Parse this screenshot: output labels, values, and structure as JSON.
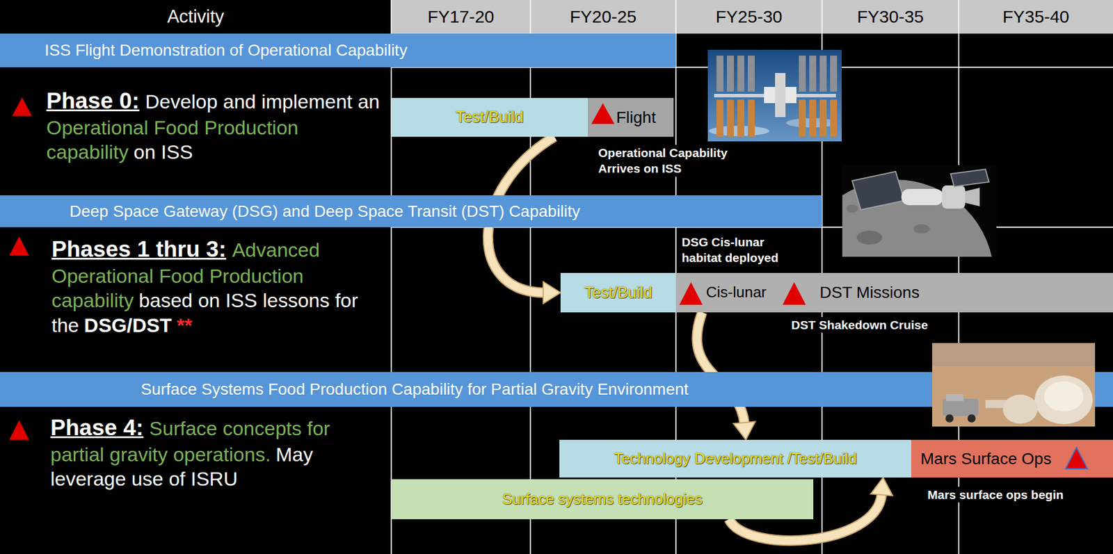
{
  "diagram": {
    "nodes": [
      {
        "text": [
          "ISS Flight Demonstration of Operational Capability"
        ]
      },
      {
        "text": [
          "Test/Build"
        ]
      },
      {
        "text": [
          "Flight"
        ]
      },
      {
        "text": [
          "Deep Space Gateway (DSG) and Deep Space Transit (DST) Capability"
        ]
      },
      {
        "text": [
          "Test/Build"
        ]
      },
      {
        "text": [
          "Cis-lunar",
          "DST Missions"
        ]
      },
      {
        "text": [
          "Surface Systems Food Production Capability for Partial Gravity Environment"
        ]
      },
      {
        "text": [
          "Technology Development /Test/Build"
        ]
      },
      {
        "text": [
          "Mars Surface Ops"
        ]
      },
      {
        "text": [
          "Surface systems technologies"
        ]
      }
    ],
    "edges": [
      {
        "from": 1,
        "to": 4,
        "arrow": "to"
      },
      {
        "from": 5,
        "to": 7,
        "arrow": "to"
      },
      {
        "from": 9,
        "to": 7,
        "arrow": "to"
      }
    ],
    "labels": [
      "Activity",
      "FY17-20",
      "FY20-25",
      "FY25-30",
      "FY30-35",
      "FY35-40",
      "Phase 0:",
      "Develop and implement an",
      "Operational Food Production capability",
      "on ISS",
      "Operational Capability Arrives on ISS",
      "Phases 1 thru 3:",
      "Advanced Operational Food Production capability",
      "based on ISS lessons for the",
      "DSG/DST",
      "**",
      "DSG Cis-lunar habitat deployed",
      "DST Shakedown Cruise",
      "Phase 4:",
      "Surface concepts for partial gravity operations.",
      "May leverage use of ISRU",
      "Mars surface ops begin"
    ]
  }
}
